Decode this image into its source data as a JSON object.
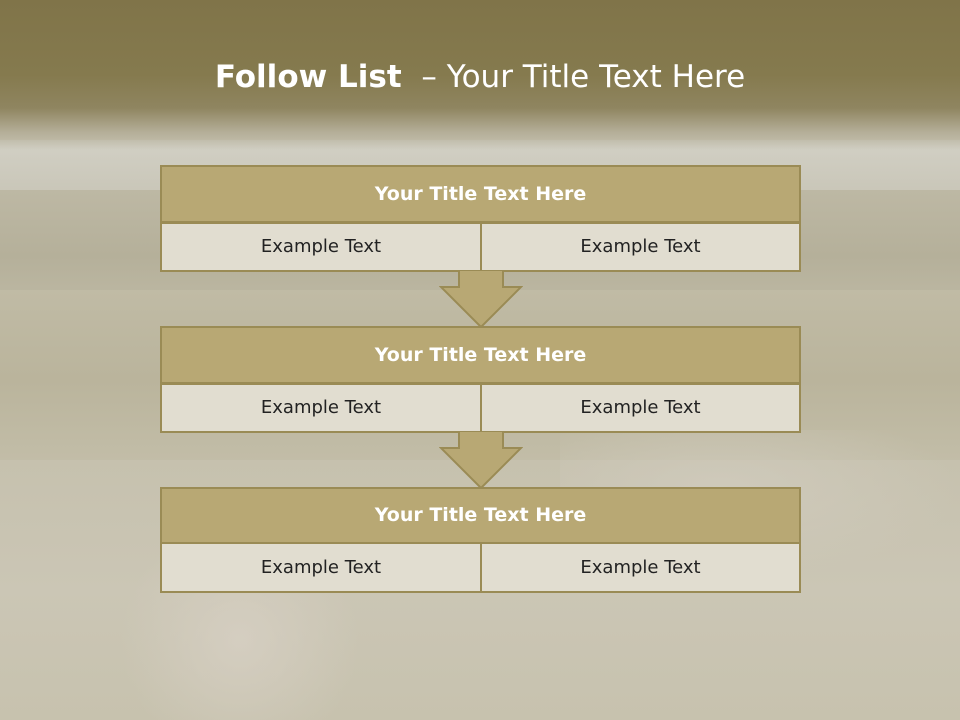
{
  "slide": {
    "title_bold": "Follow List",
    "title_rest": "  – Your Title Text Here"
  },
  "colors": {
    "header_band": "#857a4e",
    "box_header_fill": "#b8a874",
    "box_border": "#9a8b55",
    "cell_fill": "#e1ddd0",
    "arrow_fill": "#b8a874"
  },
  "steps": [
    {
      "title": "Your Title Text Here",
      "left": "Example Text",
      "right": "Example Text"
    },
    {
      "title": "Your Title Text Here",
      "left": "Example Text",
      "right": "Example Text"
    },
    {
      "title": "Your Title Text Here",
      "left": "Example Text",
      "right": "Example Text"
    }
  ],
  "connectors": [
    {
      "icon": "down-arrow-icon"
    },
    {
      "icon": "down-arrow-icon"
    }
  ]
}
